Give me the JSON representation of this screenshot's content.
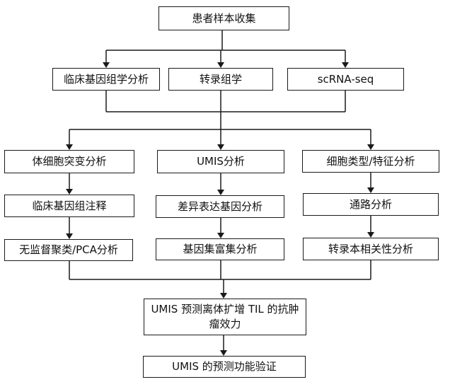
{
  "nodes": {
    "collect": "患者样本收集",
    "clinical_genomics": "临床基因组学分析",
    "transcriptomics": "转录组学",
    "scrna": "scRNA-seq",
    "somatic": "体细胞突变分析",
    "umis": "UMIS分析",
    "celltype": "细胞类型/特征分析",
    "annotation": "临床基因组注释",
    "deg": "差异表达基因分析",
    "pathway": "通路分析",
    "unsupervised": "无监督聚类/PCA分析",
    "geneset": "基因集富集分析",
    "correlation": "转录本相关性分析",
    "predict_line1": "UMIS 预测离体扩增 TIL 的抗肿",
    "predict_line2": "瘤效力",
    "validate": "UMIS 的预测功能验证"
  }
}
